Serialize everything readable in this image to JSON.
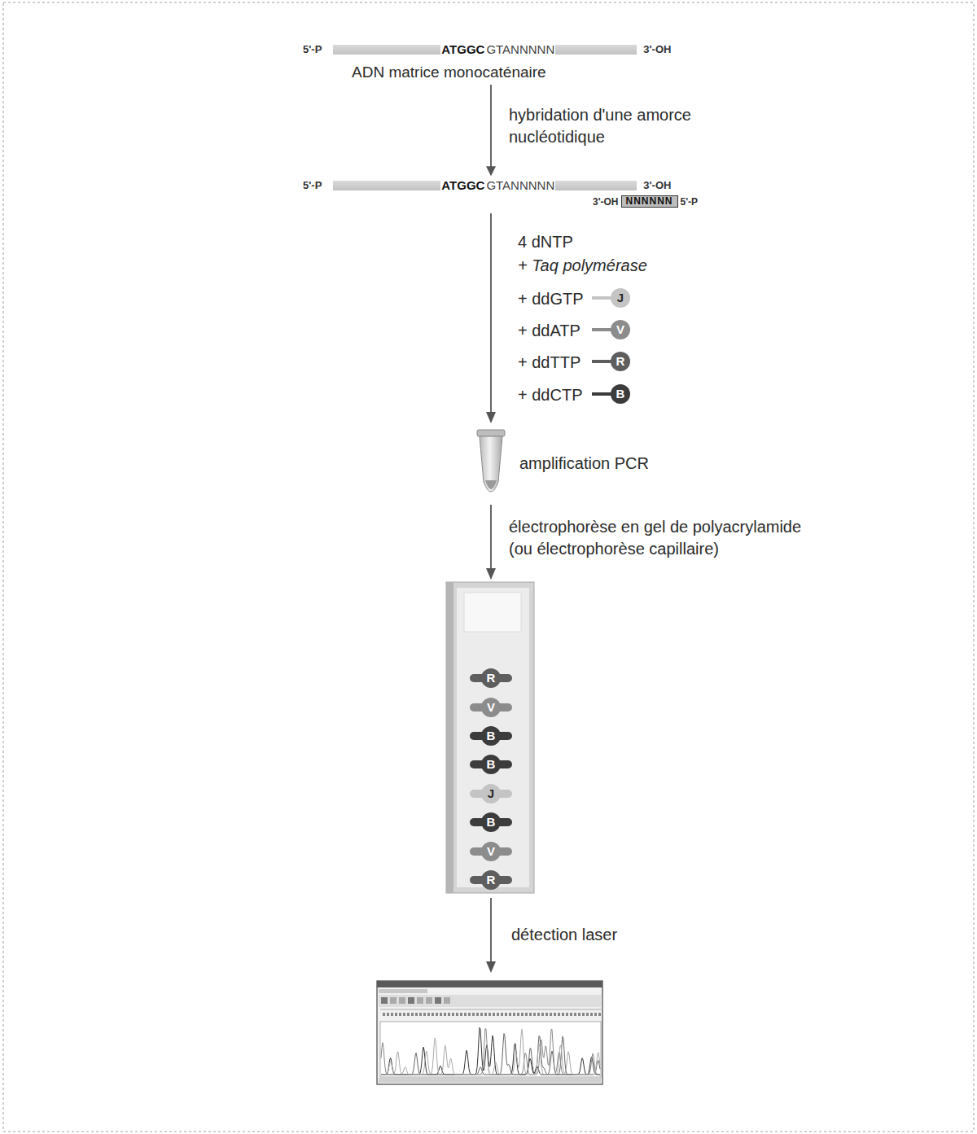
{
  "diagram": {
    "nodes": [
      {
        "text": [
          "5'-P",
          "ATGGC",
          "GTANNNNN",
          "3'-OH",
          "ADN matrice monocaténaire"
        ]
      },
      {
        "text": [
          "5'-P",
          "ATGGC",
          "GTANNNNN",
          "3'-OH"
        ]
      },
      {
        "text": [
          "3'-OH",
          "NNNNNN",
          "5'-P"
        ]
      },
      {
        "text": [
          "J"
        ]
      },
      {
        "text": [
          "V"
        ]
      },
      {
        "text": [
          "R"
        ]
      },
      {
        "text": [
          "B"
        ]
      },
      {
        "text": [
          "R"
        ]
      },
      {
        "text": [
          "V"
        ]
      },
      {
        "text": [
          "B"
        ]
      },
      {
        "text": [
          "B"
        ]
      },
      {
        "text": [
          "J"
        ]
      },
      {
        "text": [
          "B"
        ]
      },
      {
        "text": [
          "V"
        ]
      },
      {
        "text": [
          "R"
        ]
      }
    ],
    "edges": [
      {
        "from": 0,
        "to": 1,
        "arrow": "to"
      }
    ],
    "labels": [
      "hybridation d'une amorce nucléotidique",
      "4 dNTP",
      "+ Taq polymérase",
      "+ ddGTP",
      "+ ddATP",
      "+ ddTTP",
      "+ ddCTP",
      "amplification PCR",
      "électrophorèse en gel de polyacrylamide (ou électrophorèse capillaire)",
      "détection laser"
    ]
  }
}
